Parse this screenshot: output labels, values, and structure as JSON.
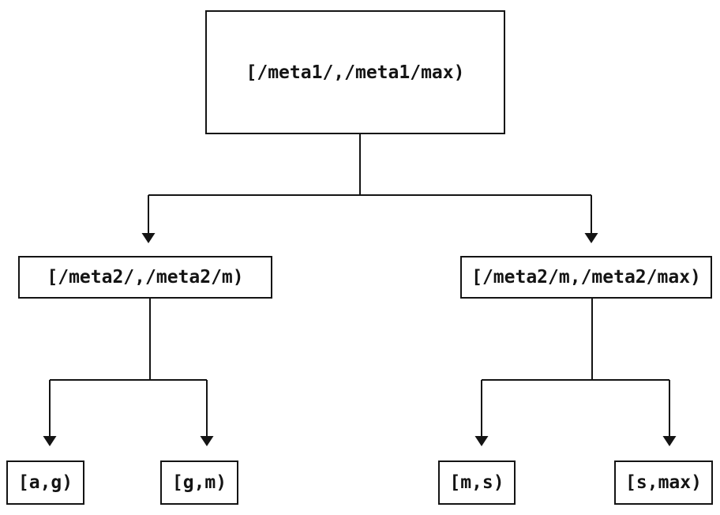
{
  "diagram": {
    "type": "tree",
    "title": "interval-partition-tree",
    "colors": {
      "background": "#ffffff",
      "line": "#141414",
      "box_border": "#141414",
      "text": "#141414"
    },
    "nodes": [
      {
        "id": "root",
        "label": "[/meta1/,/meta1/max)"
      },
      {
        "id": "meta2-low",
        "label": "[/meta2/,/meta2/m)"
      },
      {
        "id": "meta2-high",
        "label": "[/meta2/m,/meta2/max)"
      },
      {
        "id": "a-g",
        "label": "[a,g)"
      },
      {
        "id": "g-m",
        "label": "[g,m)"
      },
      {
        "id": "m-s",
        "label": "[m,s)"
      },
      {
        "id": "s-max",
        "label": "[s,max)"
      }
    ],
    "edges": [
      {
        "from": "root",
        "to": "meta2-low"
      },
      {
        "from": "root",
        "to": "meta2-high"
      },
      {
        "from": "meta2-low",
        "to": "a-g"
      },
      {
        "from": "meta2-low",
        "to": "g-m"
      },
      {
        "from": "meta2-high",
        "to": "m-s"
      },
      {
        "from": "meta2-high",
        "to": "s-max"
      }
    ]
  }
}
